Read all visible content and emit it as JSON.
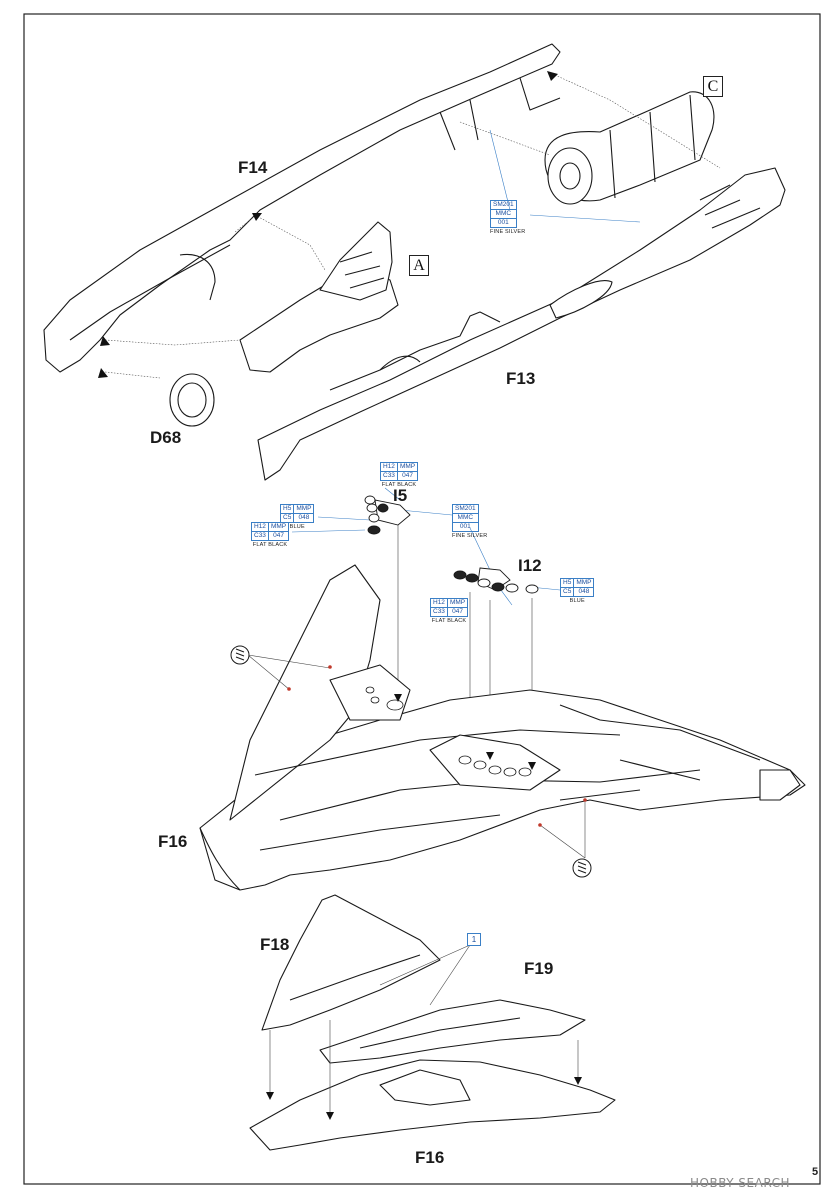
{
  "parts": {
    "f14": "F14",
    "f13": "F13",
    "d68": "D68",
    "i5": "I5",
    "i12": "I12",
    "f16_top": "F16",
    "f18": "F18",
    "f19": "F19",
    "f16_bottom": "F16"
  },
  "refs": {
    "a": "A",
    "c": "C"
  },
  "paints": {
    "fine_silver_top": {
      "a1": "SM201",
      "b1": "MMC",
      "b2": "001",
      "name": "FINE SILVER"
    },
    "flat_black_top": {
      "a1": "H12",
      "a2": "MMP",
      "b1": "C33",
      "b2": "047",
      "name": "FLAT BLACK"
    },
    "blue_left": {
      "a1": "H5",
      "a2": "MMP",
      "b1": "C5",
      "b2": "048",
      "name": "BLUE"
    },
    "flat_black_left": {
      "a1": "H12",
      "a2": "MMP",
      "b1": "C33",
      "b2": "047",
      "name": "FLAT BLACK"
    },
    "fine_silver_mid": {
      "a1": "SM201",
      "b1": "MMC",
      "b2": "001",
      "name": "FINE SILVER"
    },
    "blue_right": {
      "a1": "H5",
      "a2": "MMP",
      "b1": "C5",
      "b2": "048",
      "name": "BLUE"
    },
    "flat_black_mid": {
      "a1": "H12",
      "a2": "MMP",
      "b1": "C33",
      "b2": "047",
      "name": "FLAT BLACK"
    }
  },
  "callout": "1",
  "page_number": "5",
  "watermark": "HOBBY SEARCH"
}
